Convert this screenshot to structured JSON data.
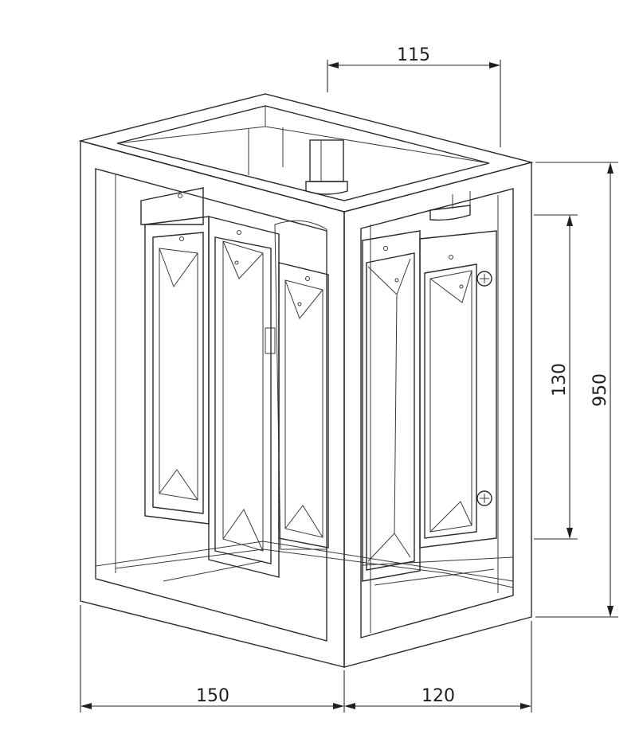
{
  "drawing": {
    "subject": "lamp-cage-technical-drawing",
    "line_color": "#2a2a2a",
    "background": "#ffffff"
  },
  "dimensions": {
    "top_width": "115",
    "total_height": "950",
    "inner_height": "130",
    "front_width": "150",
    "side_depth": "120"
  }
}
